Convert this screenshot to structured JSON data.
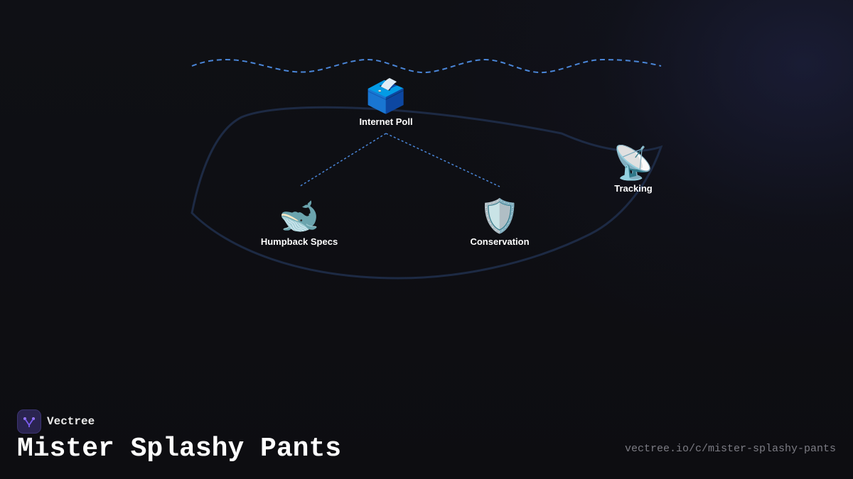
{
  "brand": {
    "name": "Vectree",
    "logo_icon": "vectree-tree-icon",
    "accent": "#7b5cf0"
  },
  "title": "Mister Splashy Pants",
  "url": "vectree.io/c/mister-splashy-pants",
  "diagram": {
    "wave_color": "#4a86d8",
    "connector_color": "#4a86d8",
    "outline_color": "#1d2a44",
    "nodes": [
      {
        "id": "internet-poll",
        "label": "Internet Poll",
        "emoji": "🗳️",
        "icon": "ballot-box-icon"
      },
      {
        "id": "humpback-specs",
        "label": "Humpback Specs",
        "emoji": "🐋",
        "icon": "whale-icon"
      },
      {
        "id": "conservation",
        "label": "Conservation",
        "emoji": "🛡️",
        "icon": "shield-icon"
      },
      {
        "id": "tracking",
        "label": "Tracking",
        "emoji": "📡",
        "icon": "satellite-dish-icon"
      }
    ]
  }
}
